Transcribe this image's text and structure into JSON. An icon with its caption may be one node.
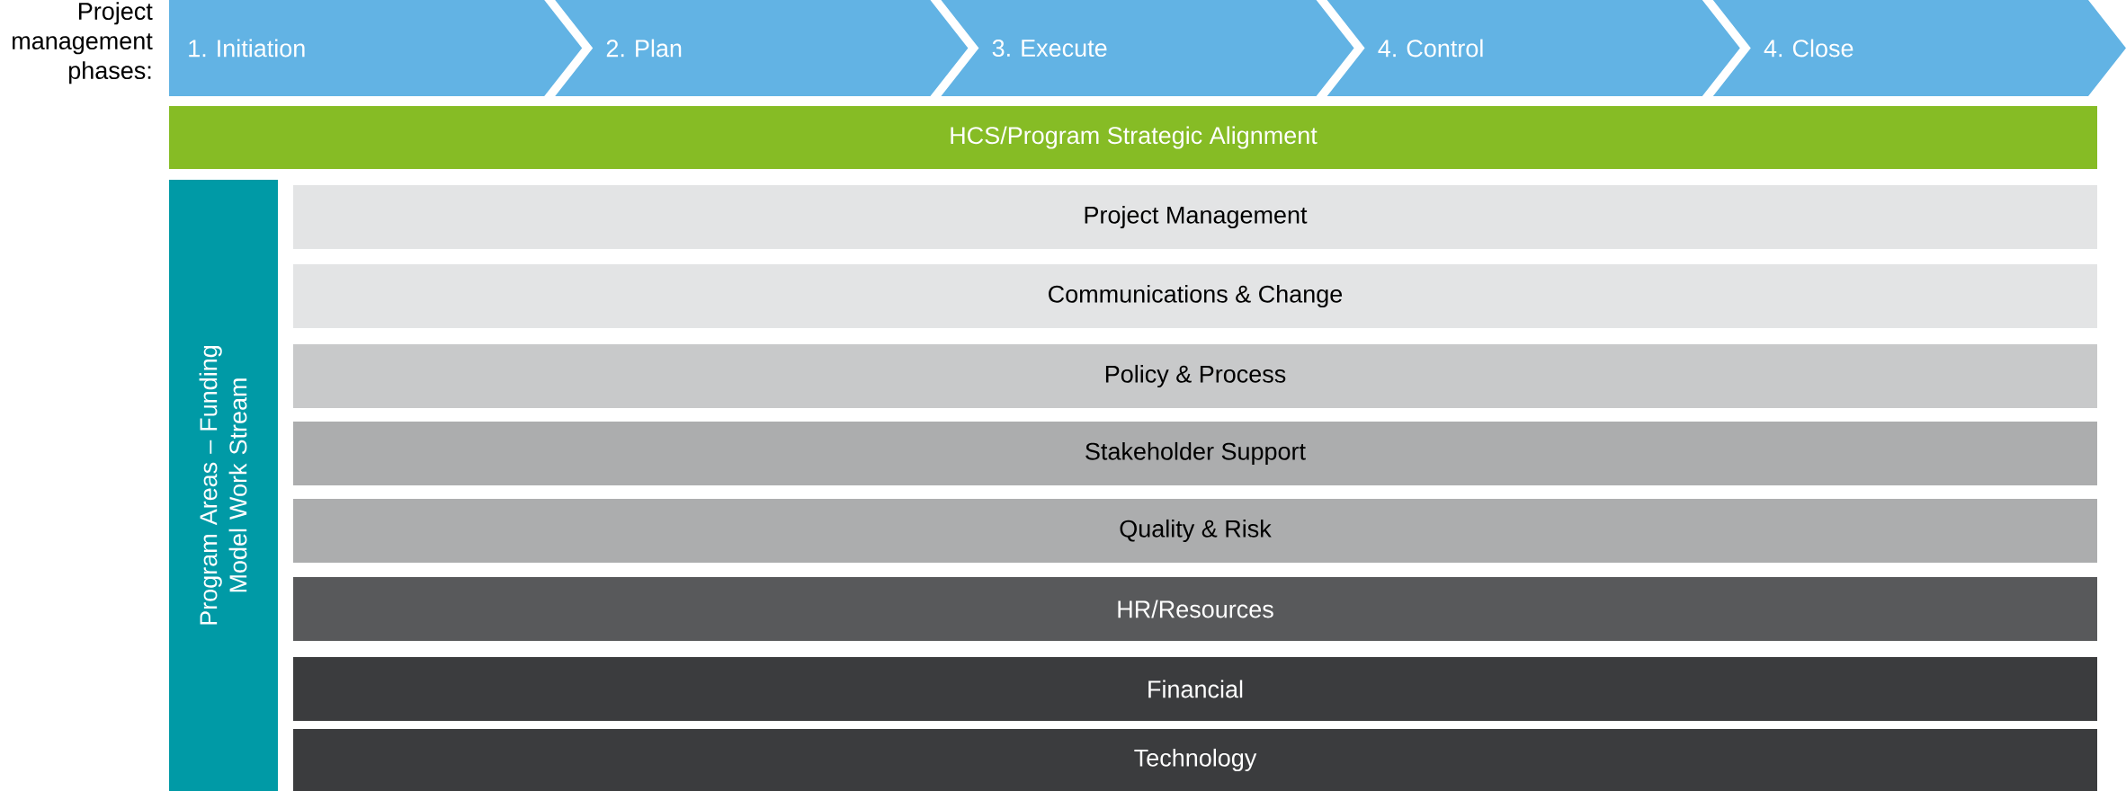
{
  "diagram": {
    "nodes": [
      {
        "text": [
          "1. Initiation"
        ]
      },
      {
        "text": [
          "2. Plan"
        ]
      },
      {
        "text": [
          "3. Execute"
        ]
      },
      {
        "text": [
          "4. Control"
        ]
      },
      {
        "text": [
          "4. Close"
        ]
      },
      {
        "text": [
          "HCS/Program Strategic Alignment"
        ]
      },
      {
        "text": [
          "Program Areas – Funding Model Work Stream"
        ]
      },
      {
        "text": [
          "Project Management"
        ]
      },
      {
        "text": [
          "Communications & Change"
        ]
      },
      {
        "text": [
          "Policy & Process"
        ]
      },
      {
        "text": [
          "Stakeholder Support"
        ]
      },
      {
        "text": [
          "Quality & Risk"
        ]
      },
      {
        "text": [
          "HR/Resources"
        ]
      },
      {
        "text": [
          "Financial"
        ]
      },
      {
        "text": [
          "Technology"
        ]
      }
    ],
    "labels": [
      "Project management phases:"
    ]
  }
}
